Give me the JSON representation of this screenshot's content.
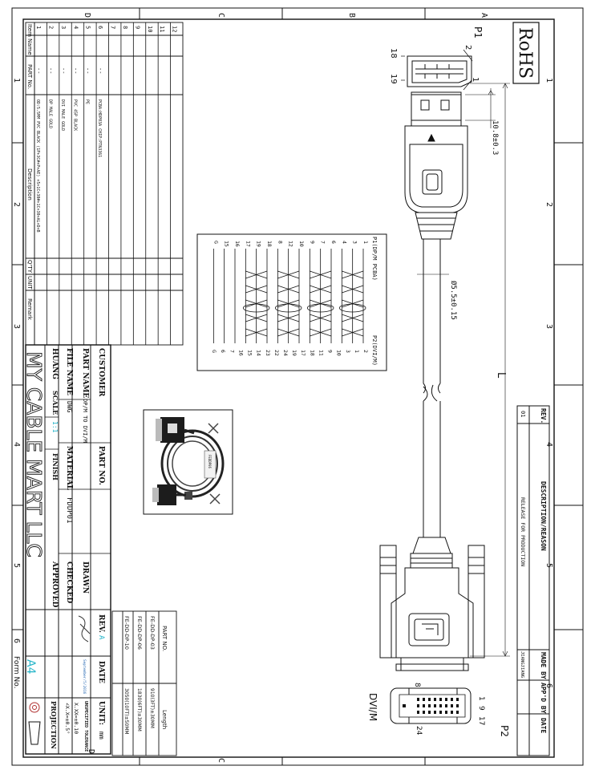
{
  "frame": {
    "zone_letters": [
      "A",
      "B",
      "C",
      "D"
    ],
    "zone_numbers": [
      "1",
      "2",
      "3",
      "4",
      "5",
      "6"
    ],
    "form_no": "Form No."
  },
  "header": {
    "rohs": "RoHS",
    "rev_label": "REV.",
    "description_label": "DESCRIPTION/REASON",
    "made_by_label": "MADE BY",
    "appd_by_label": "APP'D BY",
    "date_label": "DATE",
    "rev_value": "01",
    "description_value": "RELEASE FOR PRODUCTION",
    "made_by_value": "JIANGJIANG"
  },
  "drawing": {
    "p1_label": "P1",
    "p2_label": "P2",
    "pin_2": "2",
    "pin_1": "1",
    "pin_18": "18",
    "pin_19": "19",
    "dim_head": "10.8±0.3",
    "dim_cable": "Ø5.5±0.15",
    "length_symbol": "L",
    "dvi_label": "DVI/M",
    "dvi_pin_1": "1",
    "dvi_pin_9": "9",
    "dvi_pin_17": "17",
    "dvi_pin_8": "8",
    "dvi_pin_24": "24"
  },
  "wiring": {
    "p1_title": "P1(DP/M PCBA)",
    "p2_title": "P2(DVI/M)",
    "p1_pins": [
      "1",
      "3",
      "4",
      "6",
      "7",
      "9",
      "10",
      "12",
      "8",
      "18",
      "19",
      "17",
      "16",
      "15",
      "G"
    ],
    "p2_pins": [
      "2",
      "1",
      "3",
      "10",
      "9",
      "11",
      "18",
      "17",
      "19",
      "24",
      "22",
      "23",
      "14",
      "15",
      "16",
      "7",
      "6",
      "G"
    ]
  },
  "bom": {
    "headers": [
      "Item",
      "Name",
      "PART No.",
      "Description",
      "Q'TY",
      "UNIT",
      "Remark"
    ],
    "rows": [
      {
        "item": "1",
        "part": "--",
        "desc": "OD:5.5MM PVC BLACK (1P+3C#+P+AE) +5+1C+30#+1C+30+AL+D+B"
      },
      {
        "item": "2",
        "part": "--",
        "desc": "DP MALE GOLD"
      },
      {
        "item": "3",
        "part": "--",
        "desc": "DVI MALE GOLD"
      },
      {
        "item": "4",
        "part": "--",
        "desc": "PVC 45P BLACK"
      },
      {
        "item": "5",
        "part": "--",
        "desc": "PE"
      },
      {
        "item": "6",
        "part": "--",
        "desc": "PCBA:HDP03A CHIP:PTN3361"
      },
      {
        "item": "7",
        "part": "",
        "desc": ""
      },
      {
        "item": "8",
        "part": "",
        "desc": ""
      },
      {
        "item": "9",
        "part": "",
        "desc": ""
      },
      {
        "item": "10",
        "part": "",
        "desc": ""
      },
      {
        "item": "11",
        "part": "",
        "desc": ""
      },
      {
        "item": "12",
        "part": "",
        "desc": ""
      }
    ]
  },
  "length_table": {
    "headers": [
      "PART NO.",
      "Length"
    ],
    "rows": [
      {
        "part": "FE-DD-DP-03",
        "length": "910(3FT)±30MM"
      },
      {
        "part": "FE-DD-DP-06",
        "length": "1830(6FT)±30MM"
      },
      {
        "part": "FE-DD-DP-10",
        "length": "3050(10FT)±50MM"
      }
    ]
  },
  "title_block": {
    "customer_label": "CUSTOMER",
    "part_no_label": "PART NO.",
    "part_name_label": "PART NAME",
    "part_name_value": "DP/M TO DVI/M",
    "file_name_label": "FILE NAME",
    "file_name_value": "DWG",
    "material_label": "MATERIAL",
    "material_value": "FDDP01",
    "drawn_label": "DRAWN",
    "checked_label": "CHECKED",
    "approved_label": "APPROVED",
    "rev_label": "REV.",
    "rev_value": "A",
    "date_label": "DATE",
    "date_value": "September/5/2016",
    "unit_label": "UNIT:",
    "unit_value": "mm",
    "scale_label": "SCALE",
    "scale_value": "1:1",
    "finish_label": "FINISH",
    "huang": "HUANG",
    "tolerance_title": "UNSPECIFIED TOLERANCE",
    "tol_1": "X.XX=±0.10",
    "tol_2": "∠X.X=±0.5°",
    "projection_label": "PROJECTION",
    "sheet_size": "A4",
    "company": "MY CABLE MART LLC"
  },
  "photo": {
    "label_text": "FEDDP06"
  },
  "colors": {
    "line": "#111111",
    "accent_blue": "#2f6fb7",
    "accent_cyan": "#27b5c9"
  }
}
